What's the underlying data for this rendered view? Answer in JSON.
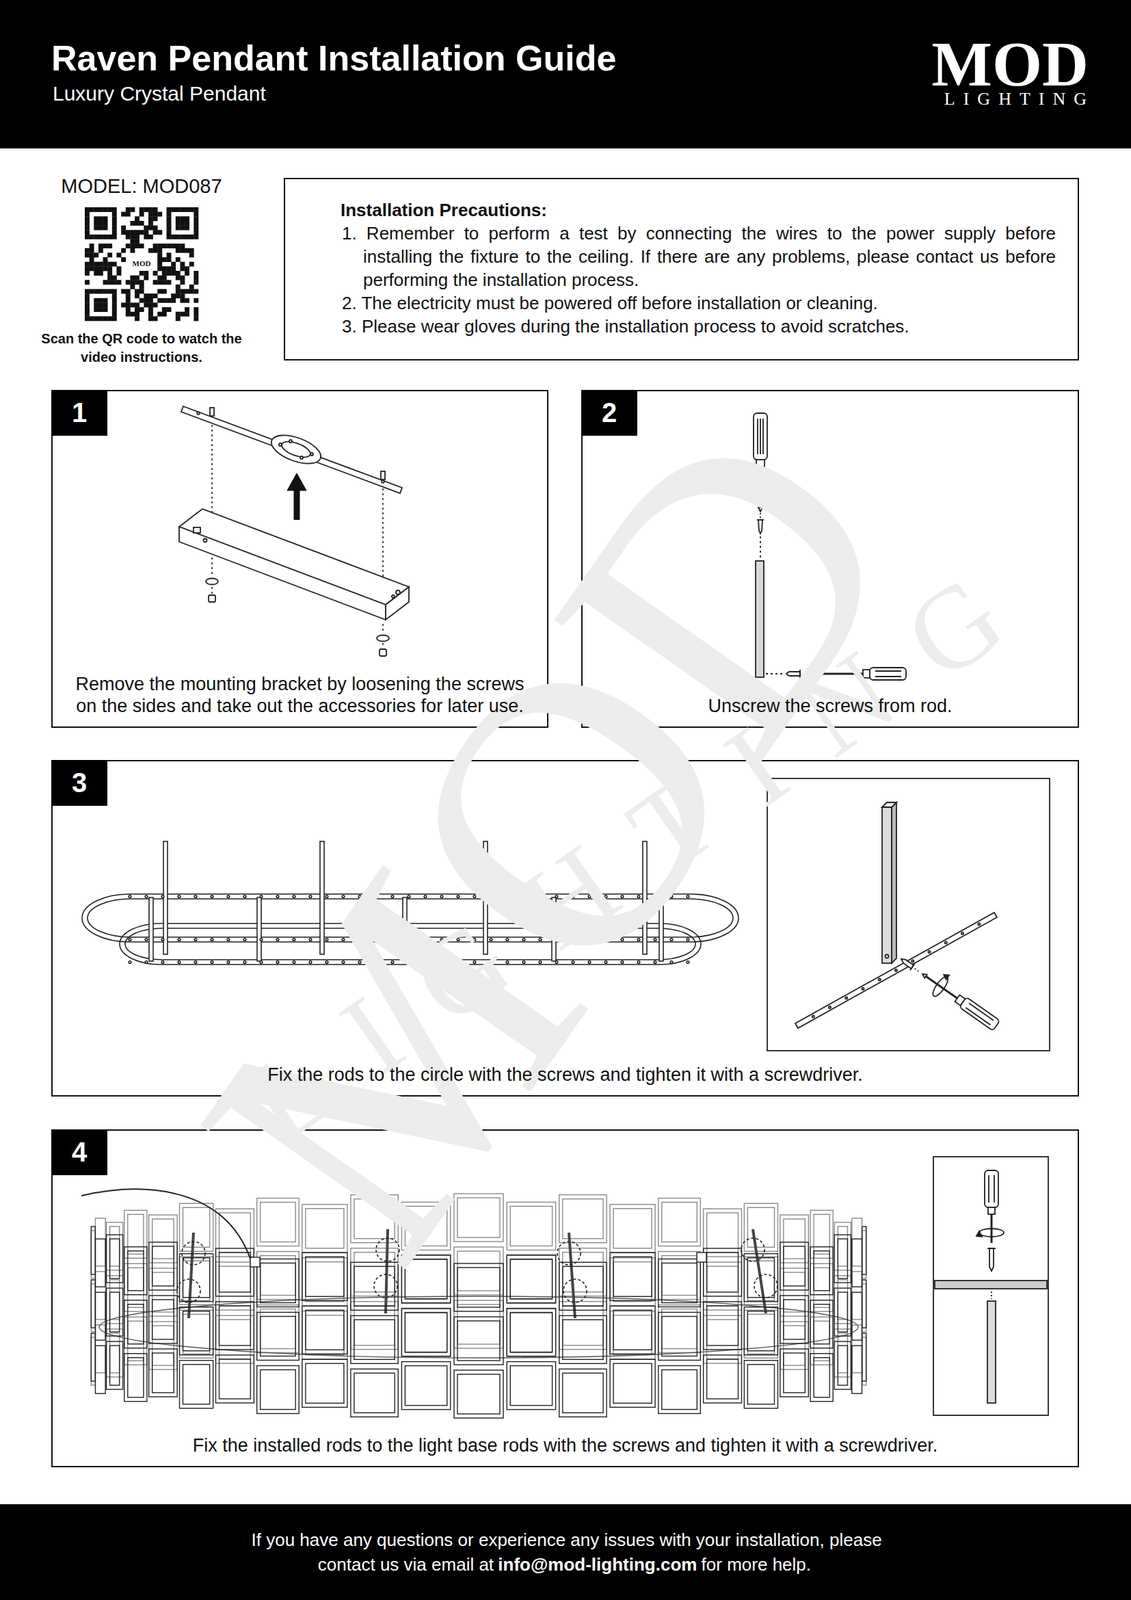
{
  "diagram": {
    "title": "Raven Pendant Installation Guide",
    "nodes": [
      {
        "text": [
          "Luxury Crystal Pendant",
          "MOD",
          "LIGHTING"
        ]
      },
      {
        "text": [
          "Installation Precautions:",
          "1. Remember to perform a test by connecting the wires to the power supply before installing the fixture to the ceiling. If there are any problems, please contact us before performing the installation process.",
          "2. The electricity must be powered off before installation or cleaning.",
          "3. Please wear gloves during the installation process to avoid scratches."
        ]
      },
      {
        "text": [
          "Remove the mounting bracket by loosening the screws on the sides and take out the accessories for later use."
        ]
      },
      {
        "text": [
          "1"
        ],
        "in": 2
      },
      {
        "text": [
          "Unscrew the screws from rod."
        ]
      },
      {
        "text": [
          "2"
        ],
        "in": 4
      },
      {
        "text": [
          "Fix the rods to the circle with the screws and tighten it with a screwdriver."
        ]
      },
      {
        "text": [
          "3"
        ],
        "in": 6
      },
      {
        "text": [
          "Fix the installed rods to the light base rods with the screws and tighten it with a screwdriver."
        ]
      },
      {
        "text": [
          "4"
        ],
        "in": 8
      },
      {
        "text": [
          "If you have any questions or experience any issues with your installation, please contact us via email at",
          "info@mod-lighting.com",
          "for more help."
        ]
      }
    ],
    "labels": [
      "MODEL: MOD087",
      "MOD",
      "Scan the QR code to watch the video instructions.",
      "MOD",
      "LIGHTING"
    ]
  }
}
